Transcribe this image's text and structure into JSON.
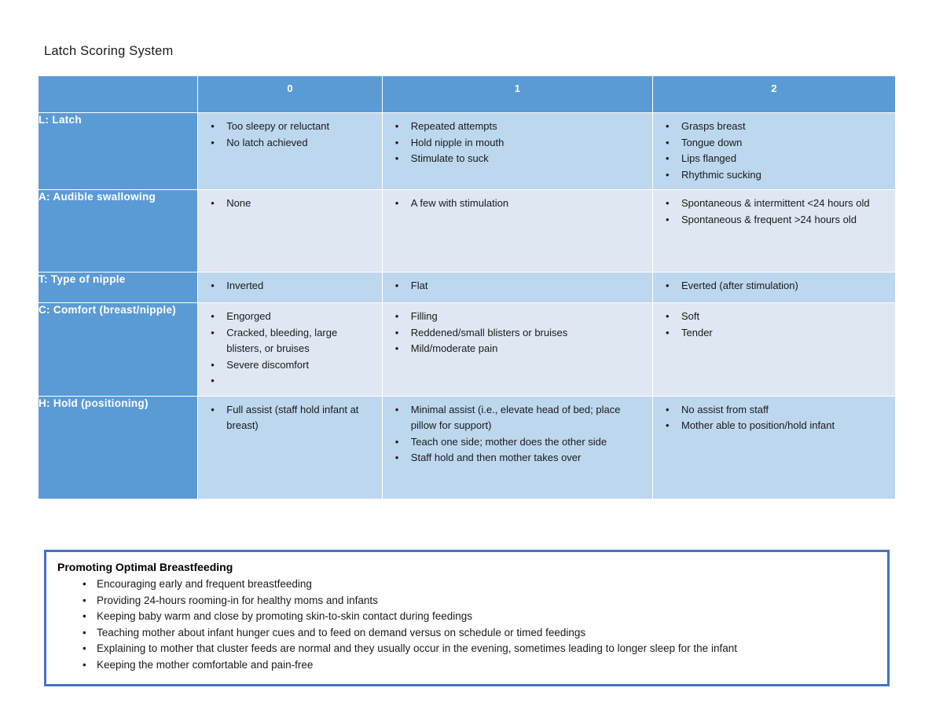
{
  "document": {
    "title": "Latch Scoring System"
  },
  "table": {
    "columns": [
      {
        "label": ""
      },
      {
        "label": "0"
      },
      {
        "label": "1"
      },
      {
        "label": "2"
      }
    ],
    "rows": [
      {
        "label": "L:  Latch",
        "score0": [
          "Too sleepy or reluctant",
          "No latch achieved"
        ],
        "score1": [
          "Repeated attempts",
          "Hold nipple in mouth",
          "Stimulate to suck"
        ],
        "score2": [
          "Grasps breast",
          "Tongue down",
          "Lips flanged",
          "Rhythmic sucking"
        ]
      },
      {
        "label": "A:  Audible swallowing",
        "score0": [
          "None"
        ],
        "score1": [
          "A few with stimulation"
        ],
        "score2": [
          "Spontaneous & intermittent <24 hours old",
          "Spontaneous & frequent >24 hours old"
        ]
      },
      {
        "label": "T:  Type of nipple",
        "score0": [
          "Inverted"
        ],
        "score1": [
          "Flat"
        ],
        "score2": [
          "Everted (after stimulation)"
        ]
      },
      {
        "label": "C:  Comfort (breast/nipple)",
        "score0": [
          "Engorged",
          "Cracked, bleeding, large blisters, or bruises",
          "Severe discomfort",
          ""
        ],
        "score1": [
          "Filling",
          "Reddened/small blisters or bruises",
          "Mild/moderate pain"
        ],
        "score2": [
          "Soft",
          "Tender"
        ]
      },
      {
        "label": "H:  Hold (positioning)",
        "score0": [
          "Full assist (staff hold infant at breast)"
        ],
        "score1": [
          "Minimal assist (i.e., elevate head of bed; place pillow for support)",
          "Teach one side; mother does the other side",
          "Staff hold and then mother takes over"
        ],
        "score2": [
          "No assist from staff",
          "Mother able to position/hold infant"
        ]
      }
    ]
  },
  "promoting_box": {
    "title": "Promoting Optimal Breastfeeding",
    "items": [
      "Encouraging early and frequent breastfeeding",
      "Providing 24-hours rooming-in for healthy moms and infants",
      "Keeping baby warm and close by promoting skin-to-skin contact during feedings",
      "Teaching mother about infant hunger cues and to feed on demand versus on schedule or timed feedings",
      "Explaining to mother that cluster feeds are normal and they usually occur in the evening, sometimes leading to longer sleep for the infant",
      "Keeping the mother comfortable and pain-free"
    ]
  },
  "colors": {
    "header_blue": "#5b9bd5",
    "row_shade_dark": "#bdd7ee",
    "row_shade_light": "#dee7f2",
    "box_border": "#4472c4",
    "header_text": "#ffffff"
  }
}
